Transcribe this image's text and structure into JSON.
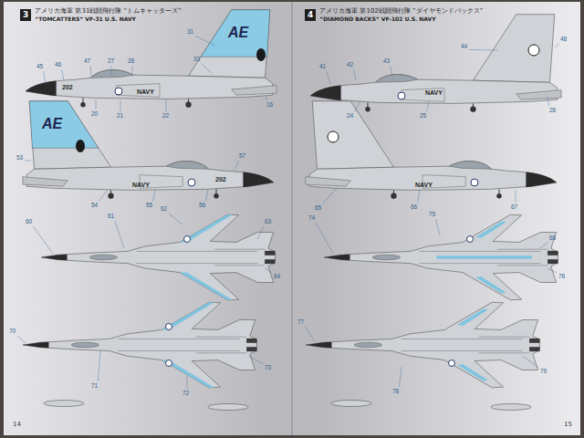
{
  "diagram": {
    "nodes": [
      {
        "text": [
          "3",
          "アメリカ海軍 第31戦闘飛行隊 “トムキャッターズ”",
          "“TOMCATTERS” VF-31 U.S. NAVY"
        ]
      },
      {
        "text": [
          "4",
          "アメリカ海軍 第102戦闘飛行隊 “ダイヤモンドバックス”",
          "“DIAMOND BACKS” VF-102 U.S. NAVY"
        ]
      }
    ],
    "labels": [
      "AE",
      "202",
      "NAVY",
      "AE",
      "202",
      "NAVY",
      "NAVY",
      "NAVY",
      "14",
      "15",
      "45",
      "46",
      "47",
      "27",
      "28",
      "31",
      "33",
      "20",
      "21",
      "22",
      "16",
      "53",
      "54",
      "55",
      "56",
      "57",
      "60",
      "61",
      "62",
      "63",
      "64",
      "70",
      "71",
      "72",
      "73",
      "41",
      "42",
      "43",
      "44",
      "48",
      "24",
      "25",
      "26",
      "65",
      "66",
      "67",
      "68",
      "74",
      "75",
      "76",
      "77",
      "78",
      "79"
    ]
  }
}
